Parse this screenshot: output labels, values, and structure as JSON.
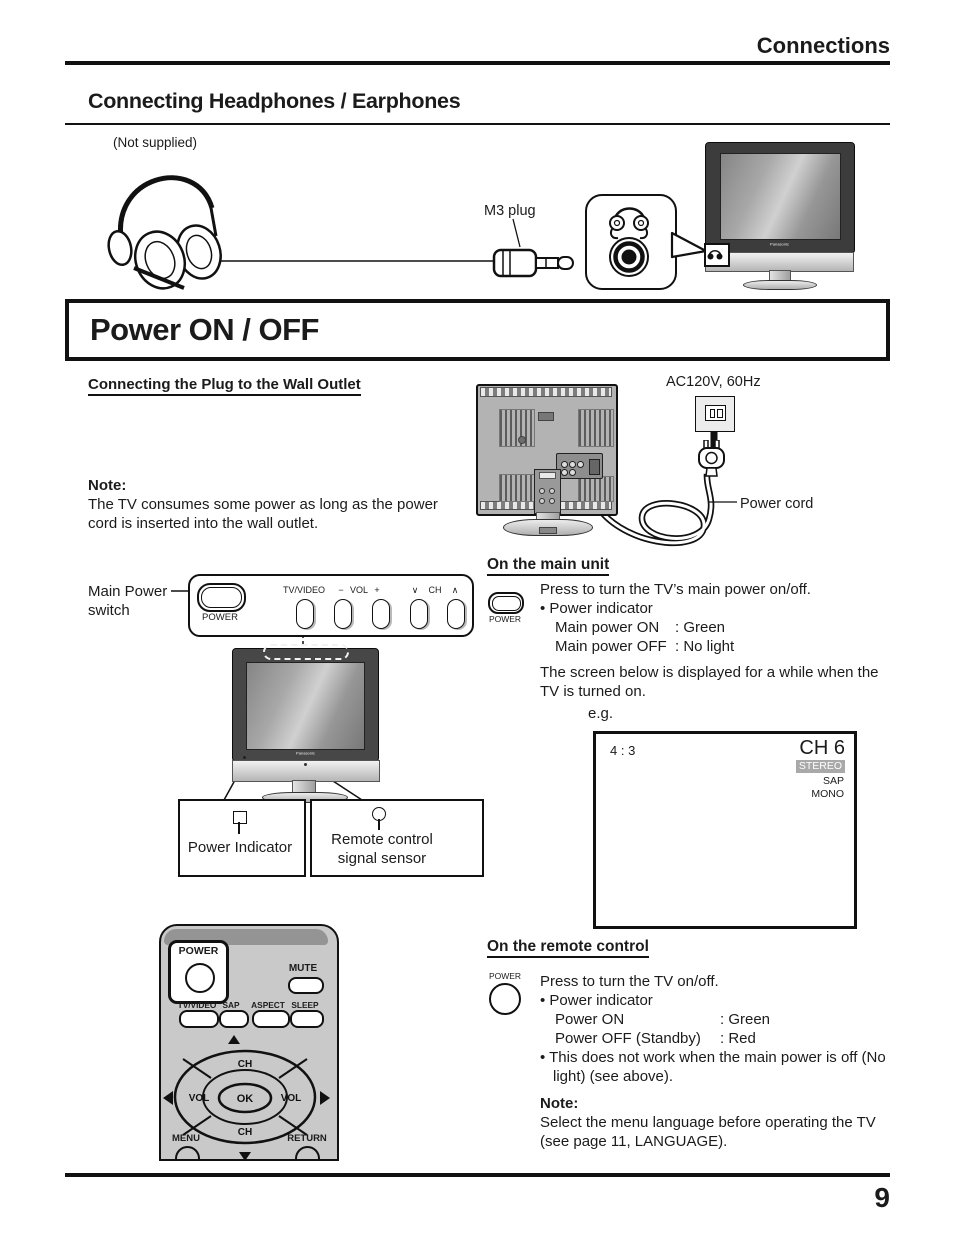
{
  "header": {
    "title": "Connections"
  },
  "s1": {
    "title": "Connecting Headphones / Earphones",
    "not_supplied": "(Not supplied)",
    "m3": "M3 plug",
    "brand": "Panasonic"
  },
  "power": {
    "title": "Power ON / OFF",
    "sub": "Connecting the Plug to the Wall Outlet",
    "ac": "AC120V, 60Hz",
    "cord": "Power cord",
    "note_label": "Note:",
    "note1": "The TV consumes some power as long as the power",
    "note2": "cord is inserted into the wall outlet.",
    "main_switch1": "Main Power",
    "main_switch2": "switch"
  },
  "panel": {
    "power": "POWER",
    "tvvideo": "TV/VIDEO",
    "minus": "−",
    "vol": "VOL",
    "plus": "+",
    "chdown": "∨",
    "ch": "CH",
    "chup": "∧"
  },
  "callouts": {
    "power_indicator": "Power Indicator",
    "sensor1": "Remote control",
    "sensor2": "signal sensor"
  },
  "main_unit": {
    "title": "On the main unit",
    "power": "POWER",
    "l1": "Press to turn the TV’s main power on/off.",
    "l2": "• Power indicator",
    "l3a": "Main power ON",
    "l3b": ": Green",
    "l4a": "Main power OFF",
    "l4b": ": No light",
    "l5": "The screen below is displayed for a while when the",
    "l6": "TV is turned on.",
    "eg": "e.g."
  },
  "screen": {
    "aspect": "4 : 3",
    "ch": "CH 6",
    "stereo": "STEREO",
    "sap": "SAP",
    "mono": "MONO"
  },
  "remote": {
    "power": "POWER",
    "mute": "MUTE",
    "k1": "TV/VIDEO",
    "k2": "SAP",
    "k3": "ASPECT",
    "k4": "SLEEP",
    "ch": "CH",
    "vol": "VOL",
    "ok": "OK",
    "menu": "MENU",
    "return": "RETURN"
  },
  "remote_ctl": {
    "title": "On the remote control",
    "power": "POWER",
    "l1": "Press to turn the TV on/off.",
    "l2": "• Power indicator",
    "l3a": "Power ON",
    "l3b": ": Green",
    "l4a": "Power OFF (Standby)",
    "l4b": ": Red",
    "l5": "• This does not work when the main power is off (No",
    "l6": "light) (see above).",
    "note_label": "Note:",
    "n1": "Select the menu language before operating the TV",
    "n2": "(see page 11, LANGUAGE)."
  },
  "footer": {
    "page": "9"
  }
}
